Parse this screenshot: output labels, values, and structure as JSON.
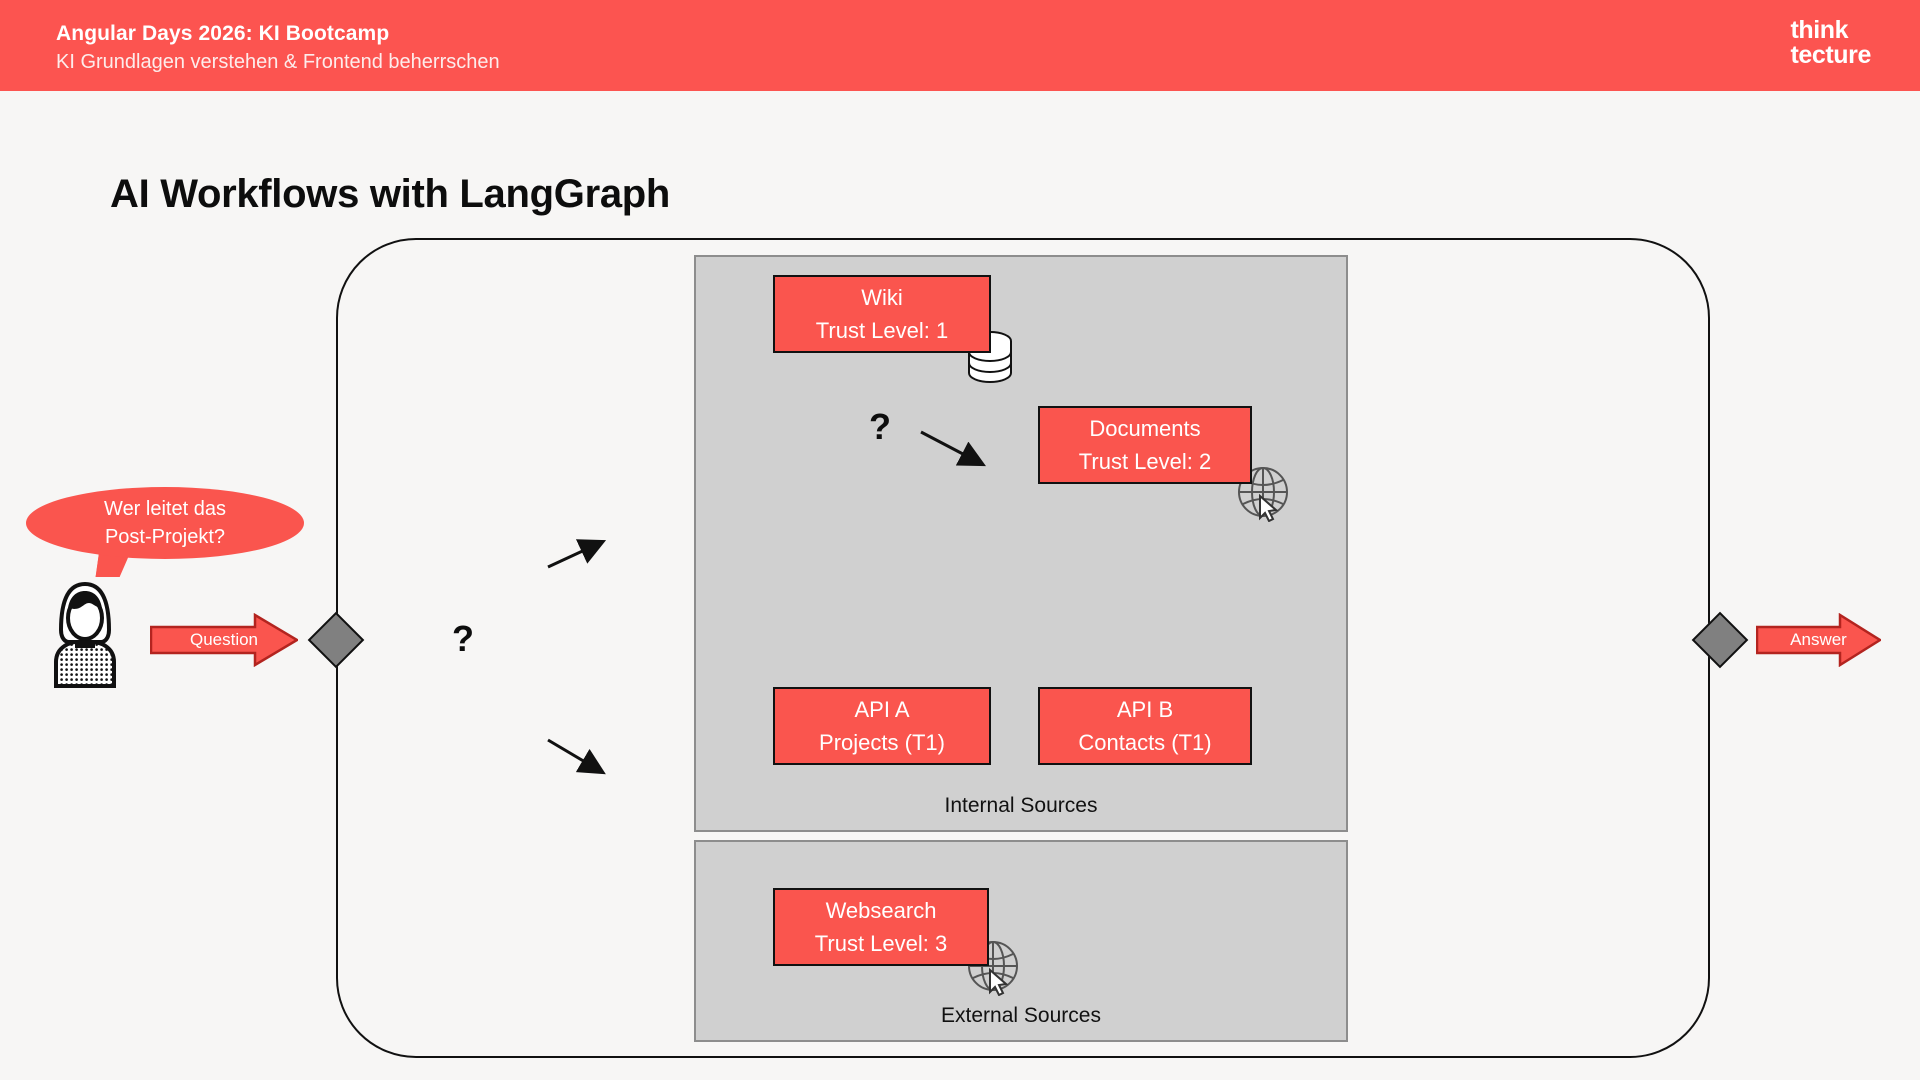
{
  "header": {
    "title": "Angular Days 2026: KI Bootcamp",
    "subtitle": "KI Grundlagen verstehen & Frontend beherrschen",
    "logo_line1": "think",
    "logo_line2": "tecture",
    "background_color": "#fc5450",
    "text_color": "#ffffff"
  },
  "slide": {
    "title": "AI Workflows with LangGraph",
    "background_color": "#f7f6f5"
  },
  "diagram": {
    "accent_color": "#fa554e",
    "group_fill_color": "#d0d0d0",
    "diamond_color": "#808080",
    "actor": {
      "speech_bubble_line1": "Wer leitet das",
      "speech_bubble_line2": "Post-Projekt?",
      "icon": "person-icon"
    },
    "input_flow": {
      "arrow_label": "Question",
      "node_icon": "diamond-node-icon"
    },
    "output_flow": {
      "arrow_label": "Answer",
      "node_icon": "diamond-node-icon"
    },
    "router": {
      "symbol": "?"
    },
    "inner_router": {
      "symbol": "?"
    },
    "groups": [
      {
        "id": "internal",
        "label": "Internal Sources",
        "nodes": [
          {
            "id": "wiki",
            "line1": "Wiki",
            "line2": "Trust Level: 1",
            "icon": "database-icon"
          },
          {
            "id": "documents",
            "line1": "Documents",
            "line2": "Trust Level: 2",
            "icon": "globe-cursor-icon"
          },
          {
            "id": "api-a",
            "line1": "API A",
            "line2": "Projects (T1)",
            "icon": null
          },
          {
            "id": "api-b",
            "line1": "API B",
            "line2": "Contacts (T1)",
            "icon": null
          }
        ]
      },
      {
        "id": "external",
        "label": "External Sources",
        "nodes": [
          {
            "id": "websearch",
            "line1": "Websearch",
            "line2": "Trust Level: 3",
            "icon": "globe-cursor-icon"
          }
        ]
      }
    ]
  }
}
